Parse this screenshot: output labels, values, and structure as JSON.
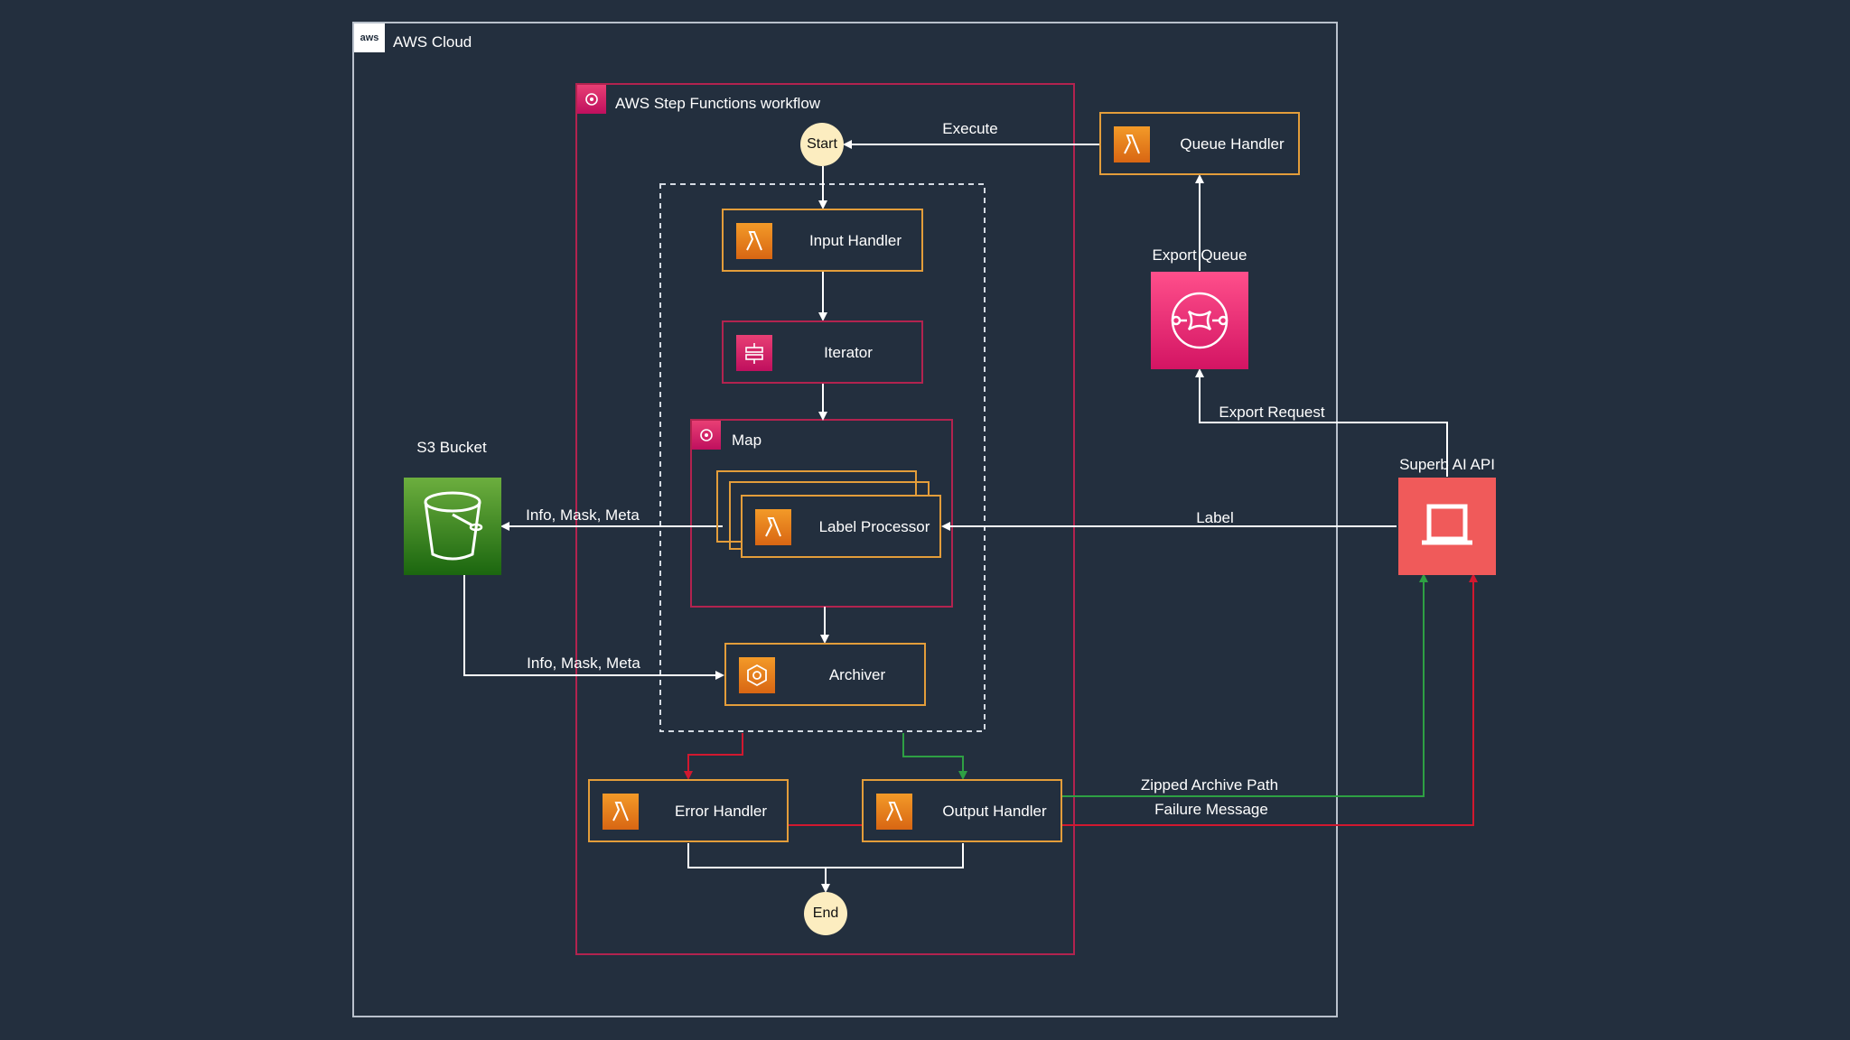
{
  "cloud": {
    "title": "AWS Cloud",
    "badge": "aws"
  },
  "workflow": {
    "title": "AWS Step Functions workflow"
  },
  "nodes": {
    "start": "Start",
    "end": "End",
    "input_handler": "Input Handler",
    "iterator": "Iterator",
    "map": "Map",
    "label_processor": "Label Processor",
    "archiver": "Archiver",
    "error_handler": "Error Handler",
    "output_handler": "Output Handler",
    "queue_handler": "Queue Handler",
    "export_queue": "Export Queue",
    "s3_bucket": "S3 Bucket",
    "superb_api": "Superb AI API"
  },
  "edges": {
    "execute": "Execute",
    "export_request": "Export Request",
    "label": "Label",
    "info_mask_meta_out": "Info, Mask, Meta",
    "info_mask_meta_in": "Info, Mask, Meta",
    "zipped_archive_path": "Zipped Archive Path",
    "failure_message": "Failure Message"
  },
  "colors": {
    "background": "#232f3e",
    "lambda_orange": "#ed7100",
    "step_functions_pink": "#e7157b",
    "s3_green": "#3f8624",
    "api_red": "#f05a5a",
    "success_green": "#2ea043",
    "failure_red": "#d1182f"
  },
  "icons": {
    "lambda": "lambda-icon",
    "step_functions": "step-functions-icon",
    "sqs": "sqs-queue-icon",
    "s3": "s3-bucket-icon",
    "api": "api-endpoint-icon",
    "archiver": "hexagon-icon",
    "aws": "aws-logo-icon"
  }
}
